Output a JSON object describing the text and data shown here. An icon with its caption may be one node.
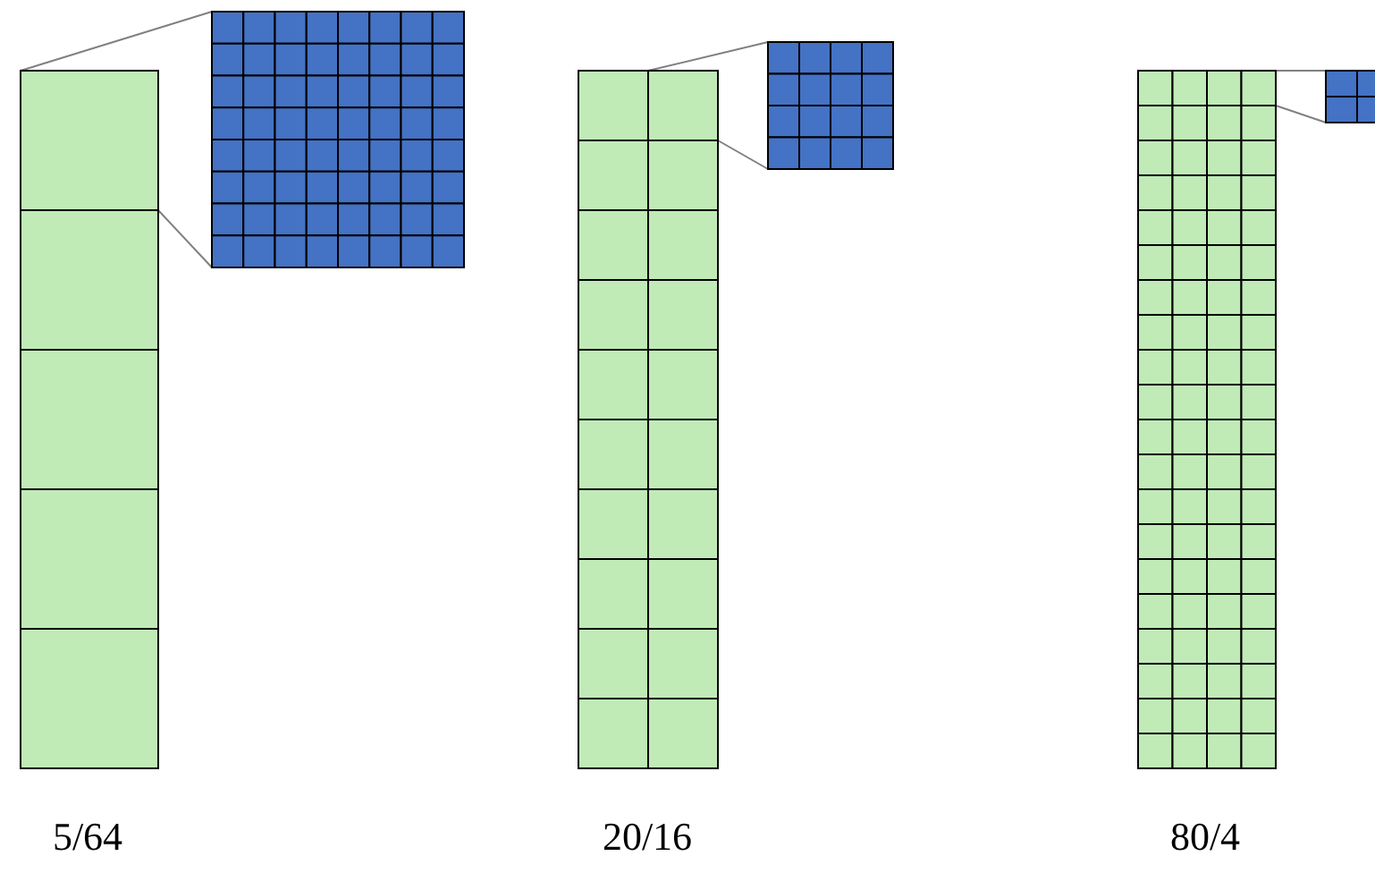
{
  "diagram": {
    "nodes": [
      {
        "text": [],
        "shape": "box",
        "beside": [
          "5/64"
        ]
      },
      {
        "text": [],
        "shape": "box"
      },
      {
        "text": [],
        "shape": "box",
        "beside": [
          "20/16"
        ]
      },
      {
        "text": [],
        "shape": "box"
      },
      {
        "text": [],
        "shape": "box",
        "beside": [
          "80/4"
        ]
      },
      {
        "text": [],
        "shape": "box"
      }
    ],
    "edges": [
      {
        "from": 0,
        "to": 1,
        "arrow": "none"
      },
      {
        "from": 0,
        "to": 1,
        "arrow": "none"
      },
      {
        "from": 2,
        "to": 3,
        "arrow": "none"
      },
      {
        "from": 2,
        "to": 3,
        "arrow": "none"
      },
      {
        "from": 4,
        "to": 5,
        "arrow": "none"
      },
      {
        "from": 4,
        "to": 5,
        "arrow": "none"
      }
    ]
  }
}
